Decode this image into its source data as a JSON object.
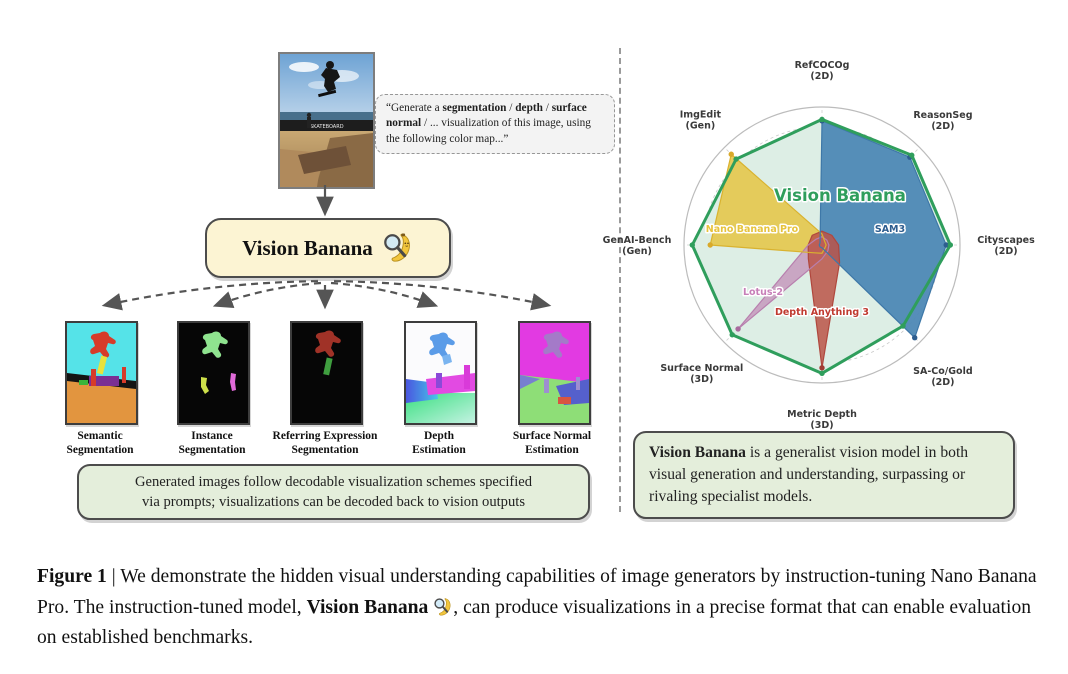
{
  "left_panel": {
    "photo": {
      "alt": "skateboarder-photo",
      "banner_text": "SKATEBOARD"
    },
    "prompt": {
      "open": "“Generate a ",
      "b1": "segmentation",
      "s1": " / ",
      "b2": "depth",
      "s2": " /",
      "b3": "surface normal",
      "close": " / ... visualization of this image, using the following color map...”"
    },
    "model_box": {
      "label": "Vision Banana"
    },
    "outputs": [
      {
        "line1": "Semantic",
        "line2": "Segmentation"
      },
      {
        "line1": "Instance",
        "line2": "Segmentation"
      },
      {
        "line1": "Referring Expression",
        "line2": "Segmentation"
      },
      {
        "line1": "Depth",
        "line2": "Estimation"
      },
      {
        "line1": "Surface Normal",
        "line2": "Estimation"
      }
    ],
    "note_line1": "Generated images follow decodable visualization schemes specified",
    "note_line2": "via prompts; visualizations can be decoded back to vision outputs"
  },
  "right_panel": {
    "note": {
      "bold": "Vision Banana",
      "rest": " is a generalist vision model in both visual generation and understanding, surpassing or rivaling specialist models."
    }
  },
  "chart_data": {
    "type": "radar",
    "range": [
      0,
      1
    ],
    "grid_rings": 7,
    "grid_color": "#c9c9c9",
    "axes": [
      {
        "name": "RefCOCOg",
        "group": "(2D)",
        "label_offset": 27,
        "label_dy": -12
      },
      {
        "name": "ReasonSeg",
        "group": "(2D)",
        "label_offset": 33,
        "label_dy": -6
      },
      {
        "name": "Cityscapes",
        "group": "(2D)",
        "label_offset": 46,
        "label_dy": -2
      },
      {
        "name": "SA-Co/Gold",
        "group": "(2D)",
        "label_offset": 33,
        "label_dy": 8
      },
      {
        "name": "Metric Depth",
        "group": "(3D)",
        "label_offset": 22,
        "label_dy": 12
      },
      {
        "name": "Surface Normal",
        "group": "(3D)",
        "label_offset": 32,
        "label_dy": 6
      },
      {
        "name": "GenAI-Bench",
        "group": "(Gen)",
        "label_offset": 47,
        "label_dy": -2
      },
      {
        "name": "ImgEdit",
        "group": "(Gen)",
        "label_offset": 34,
        "label_dy": -6
      }
    ],
    "series": [
      {
        "name": "Vision Banana",
        "color": "#2f9e5c",
        "fill": "#ddeee5",
        "fill_opacity": 1,
        "stroke_width": 3,
        "marker": "#2f9e5c",
        "values": [
          0.91,
          0.92,
          0.93,
          0.83,
          0.93,
          0.92,
          0.94,
          0.88
        ]
      },
      {
        "name": "SAM3",
        "color": "#3e78a8",
        "fill": "#4d88b5",
        "fill_opacity": 0.95,
        "stroke_width": 1.2,
        "marker": "#2d5d8f",
        "values": [
          0.9,
          0.9,
          0.9,
          0.95,
          0.02,
          0.02,
          0.02,
          0.02
        ]
      },
      {
        "name": "Nano Banana Pro",
        "color": "#d9b22f",
        "fill": "#e4c84f",
        "fill_opacity": 0.92,
        "stroke_width": 1.2,
        "marker": "#d9a92a",
        "values": [
          0.08,
          0.03,
          0.03,
          0.03,
          0.06,
          0.08,
          0.81,
          0.93
        ]
      },
      {
        "name": "Lotus-2",
        "color": "#b87fae",
        "fill": "#c494ba",
        "fill_opacity": 0.8,
        "stroke_width": 1.2,
        "marker": "#a86a9e",
        "values": [
          0.06,
          0.05,
          0.05,
          0.06,
          0.1,
          0.86,
          0.1,
          0.06
        ]
      },
      {
        "name": "Depth Anything 3",
        "color": "#b0473d",
        "fill": "#bb5348",
        "fill_opacity": 0.85,
        "stroke_width": 1.2,
        "marker": "#a03c33",
        "values": [
          0.1,
          0.1,
          0.12,
          0.18,
          0.89,
          0.14,
          0.1,
          0.1
        ]
      }
    ],
    "annotations": [
      {
        "text": "Vision Banana",
        "dx": 18,
        "dy": -44,
        "color": "#2f9e5c",
        "size": 16.5
      },
      {
        "text": "Nano Banana Pro",
        "dx": -70,
        "dy": -13,
        "color": "#e7c33c",
        "size": 9.5
      },
      {
        "text": "SAM3",
        "dx": 68,
        "dy": -13,
        "color": "#2d5d8f",
        "size": 9.5
      },
      {
        "text": "Lotus-2",
        "dx": -59,
        "dy": 50,
        "color": "#c77fb8",
        "size": 9.5
      },
      {
        "text": "Depth Anything 3",
        "dx": 0,
        "dy": 70,
        "color": "#c03a30",
        "size": 9.5
      }
    ]
  },
  "caption": {
    "fig_label": "Figure 1",
    "body1": " | We demonstrate the hidden visual understanding capabilities of image generators by instruction-tuning Nano Banana Pro. The instruction-tuned model, ",
    "model_name": "Vision Banana",
    "body2": ", can produce visualizations in a precise format that can enable evaluation on established benchmarks."
  }
}
